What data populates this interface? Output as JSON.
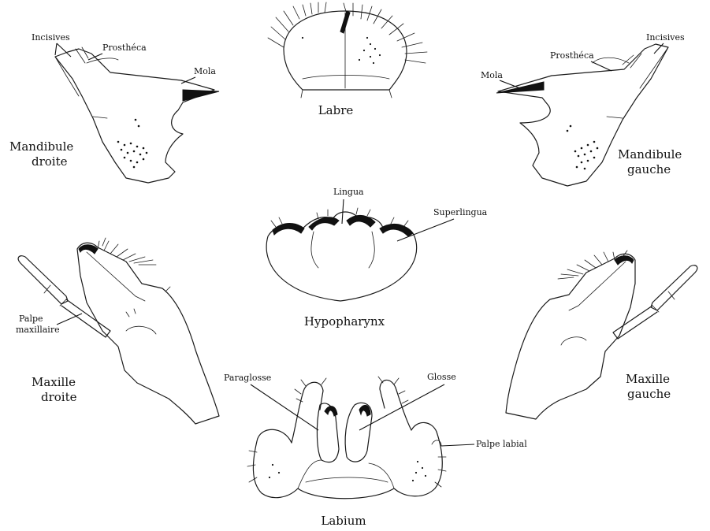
{
  "labels": {
    "incisives_left": "Incisives",
    "prostheca_left": "Prosthéca",
    "mola_left": "Mola",
    "mandibule_droite_1": "Mandibule",
    "mandibule_droite_2": "droite",
    "labre": "Labre",
    "incisives_right": "Incisives",
    "prostheca_right": "Prosthéca",
    "mola_right": "Mola",
    "mandibule_gauche_1": "Mandibule",
    "mandibule_gauche_2": "gauche",
    "lingua": "Lingua",
    "superlingua": "Superlingua",
    "hypopharynx": "Hypopharynx",
    "palpe_maxillaire_1": "Palpe",
    "palpe_maxillaire_2": "maxillaire",
    "maxille_droite_1": "Maxille",
    "maxille_droite_2": "droite",
    "maxille_gauche_1": "Maxille",
    "maxille_gauche_2": "gauche",
    "paraglosse": "Paraglosse",
    "glosse": "Glosse",
    "palpe_labial": "Palpe labial",
    "labium": "Labium"
  },
  "colors": {
    "ink": "#1a1a1a",
    "background": "#ffffff"
  }
}
